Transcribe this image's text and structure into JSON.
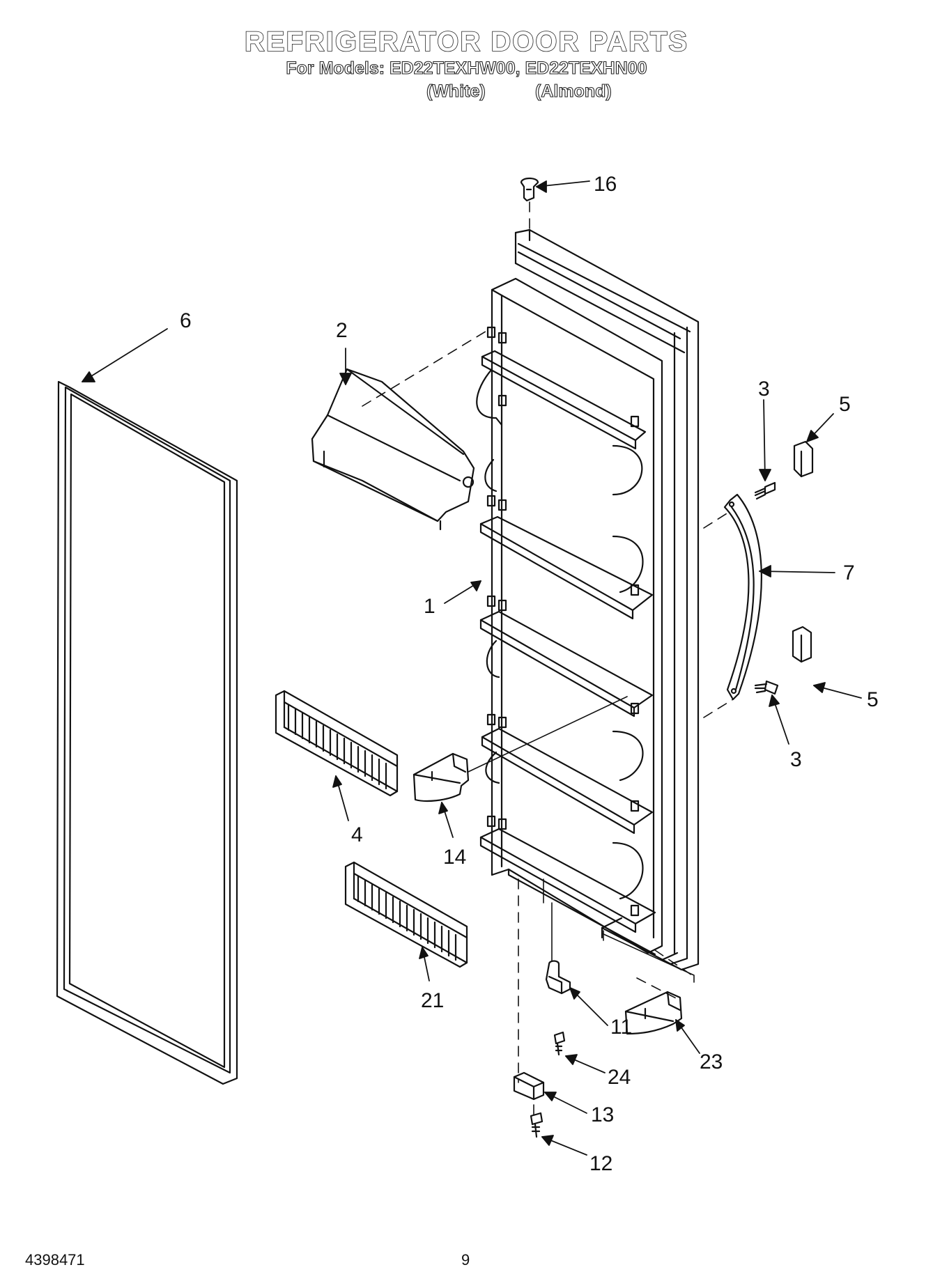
{
  "header": {
    "title": "REFRIGERATOR DOOR PARTS",
    "models_line": "For Models: ED22TEXHW00, ED22TEXHN00",
    "color_white": "(White)",
    "color_almond": "(Almond)"
  },
  "callouts": {
    "c1": "1",
    "c2": "2",
    "c3a": "3",
    "c3b": "3",
    "c4": "4",
    "c5a": "5",
    "c5b": "5",
    "c6": "6",
    "c7": "7",
    "c11": "11",
    "c12": "12",
    "c13": "13",
    "c14": "14",
    "c16": "16",
    "c21": "21",
    "c23": "23",
    "c24": "24"
  },
  "footer": {
    "doc_number": "4398471",
    "page_number": "9"
  }
}
